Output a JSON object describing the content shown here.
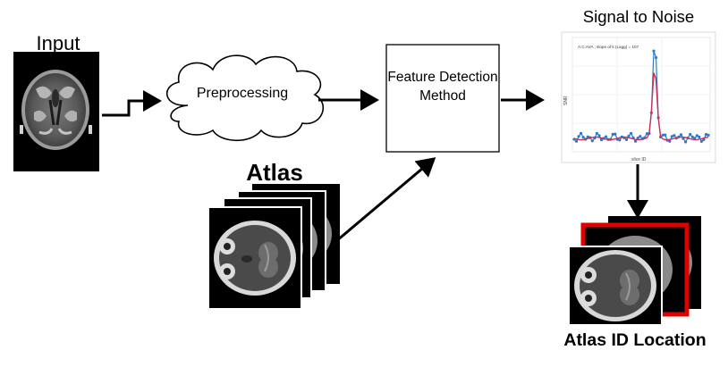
{
  "diagram": {
    "input_label": "Input",
    "preprocessing_label": "Preprocessing",
    "feature_detection_label": "Feature Detection Method",
    "atlas_label": "Atlas",
    "snr_label": "Signal to Noise",
    "atlas_id_label": "Atlas ID Location",
    "highlight_color": "#e00000",
    "line_color": "#000000"
  },
  "snr_plot": {
    "legend_text": "A:C:AVA ; slope of k (Lagg) = 107",
    "xlabel": "slice ID",
    "ylabel": "SNR",
    "series": [
      {
        "color": "#2e7bc4",
        "style": "points"
      },
      {
        "color": "#c8325a",
        "style": "smooth-line"
      }
    ]
  }
}
